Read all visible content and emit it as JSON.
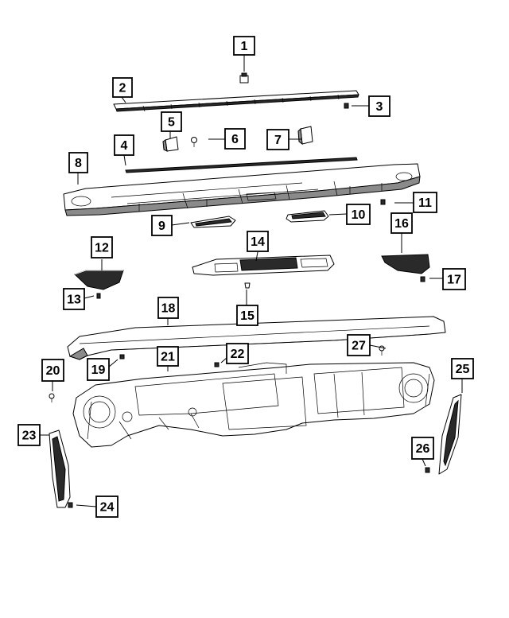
{
  "callouts": [
    {
      "id": "callout-1",
      "label": "1"
    },
    {
      "id": "callout-2",
      "label": "2"
    },
    {
      "id": "callout-3",
      "label": "3"
    },
    {
      "id": "callout-4",
      "label": "4"
    },
    {
      "id": "callout-5",
      "label": "5"
    },
    {
      "id": "callout-6",
      "label": "6"
    },
    {
      "id": "callout-7",
      "label": "7"
    },
    {
      "id": "callout-8",
      "label": "8"
    },
    {
      "id": "callout-9",
      "label": "9"
    },
    {
      "id": "callout-10",
      "label": "10"
    },
    {
      "id": "callout-11",
      "label": "11"
    },
    {
      "id": "callout-12",
      "label": "12"
    },
    {
      "id": "callout-13",
      "label": "13"
    },
    {
      "id": "callout-14",
      "label": "14"
    },
    {
      "id": "callout-15",
      "label": "15"
    },
    {
      "id": "callout-16",
      "label": "16"
    },
    {
      "id": "callout-17",
      "label": "17"
    },
    {
      "id": "callout-18",
      "label": "18"
    },
    {
      "id": "callout-19",
      "label": "19"
    },
    {
      "id": "callout-20",
      "label": "20"
    },
    {
      "id": "callout-21",
      "label": "21"
    },
    {
      "id": "callout-22",
      "label": "22"
    },
    {
      "id": "callout-23",
      "label": "23"
    },
    {
      "id": "callout-24",
      "label": "24"
    },
    {
      "id": "callout-25",
      "label": "25"
    },
    {
      "id": "callout-26",
      "label": "26"
    },
    {
      "id": "callout-27",
      "label": "27"
    }
  ]
}
